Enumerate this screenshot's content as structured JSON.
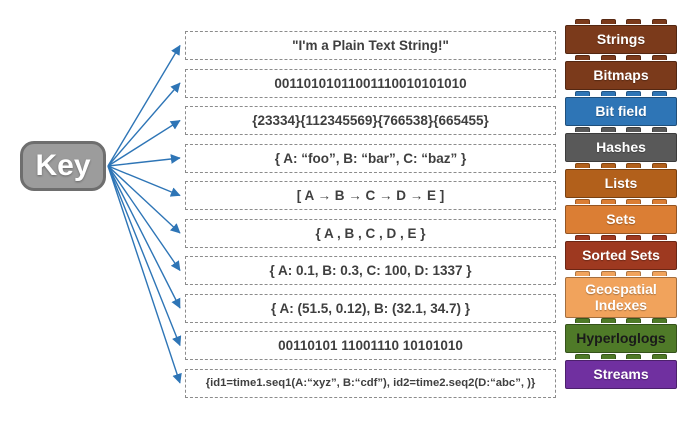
{
  "key_box": {
    "label": "Key",
    "bg": "#9c9c9c",
    "border": "#6e6e6e"
  },
  "arrow_color": "#2E75B6",
  "rows": [
    {
      "name": "strings",
      "value": "\"I'm a Plain Text String!\"",
      "type_label": "Strings",
      "brick_color": "#7B3A1B",
      "stud_color": "#7B3A1B",
      "label_color": "#FFFFFF"
    },
    {
      "name": "bitmaps",
      "value": "00110101011001110010101010",
      "type_label": "Bitmaps",
      "brick_color": "#7B3A1B",
      "stud_color": "#7B3A1B",
      "label_color": "#FFFFFF"
    },
    {
      "name": "bit-field",
      "value": "{23334}{112345569}{766538}{665455}",
      "type_label": "Bit field",
      "brick_color": "#2E75B6",
      "stud_color": "#2E75B6",
      "label_color": "#FFFFFF"
    },
    {
      "name": "hashes",
      "value": "{ A: “foo”, B: “bar”, C: “baz”  }",
      "type_label": "Hashes",
      "brick_color": "#595959",
      "stud_color": "#595959",
      "label_color": "#FFFFFF"
    },
    {
      "name": "lists",
      "value": "[ A → B → C → D → E ]",
      "type_label": "Lists",
      "brick_color": "#B2601B",
      "stud_color": "#B2601B",
      "label_color": "#FFFFFF"
    },
    {
      "name": "sets",
      "value": "{ A , B , C , D , E }",
      "type_label": "Sets",
      "brick_color": "#DB7E34",
      "stud_color": "#DB7E34",
      "label_color": "#FFFFFF"
    },
    {
      "name": "sorted-sets",
      "value": "{ A: 0.1, B: 0.3, C: 100, D: 1337 }",
      "type_label": "Sorted Sets",
      "brick_color": "#9E3920",
      "stud_color": "#9E3920",
      "label_color": "#FFFFFF"
    },
    {
      "name": "geospatial-indexes",
      "value": "{ A: (51.5, 0.12), B: (32.1, 34.7)  }",
      "type_label": "Geospatial Indexes",
      "brick_color": "#F1A35C",
      "stud_color": "#F1A35C",
      "label_color": "#FFFFFF"
    },
    {
      "name": "hyperloglogs",
      "value": "00110101 11001110 10101010",
      "type_label": "Hyperloglogs",
      "brick_color": "#4F7A28",
      "stud_color": "#4F7A28",
      "label_color": "#1A1A1A"
    },
    {
      "name": "streams",
      "value": "{id1=time1.seq1(A:“xyz”, B:“cdf”), id2=time2.seq2(D:“abc”, )}",
      "type_label": "Streams",
      "brick_color": "#7030A0",
      "stud_color": "#4F7A28",
      "label_color": "#FFFFFF"
    }
  ]
}
